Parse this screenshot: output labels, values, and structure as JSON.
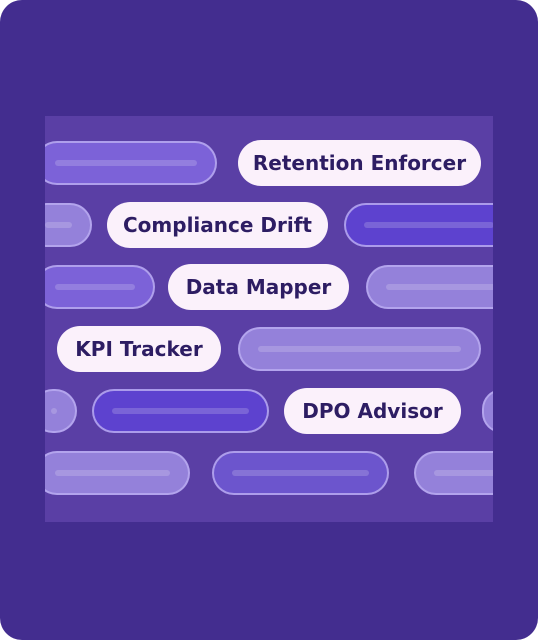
{
  "tags": [
    {
      "id": "retention-enforcer",
      "label": "Retention Enforcer"
    },
    {
      "id": "compliance-drift",
      "label": "Compliance Drift"
    },
    {
      "id": "data-mapper",
      "label": "Data Mapper"
    },
    {
      "id": "kpi-tracker",
      "label": "KPI Tracker"
    },
    {
      "id": "dpo-advisor",
      "label": "DPO Advisor"
    }
  ],
  "colors": {
    "background": "#432d8f",
    "panel": "#5a3fa5",
    "label_pill": "#fbf1fb",
    "label_text": "#2d1d63"
  }
}
